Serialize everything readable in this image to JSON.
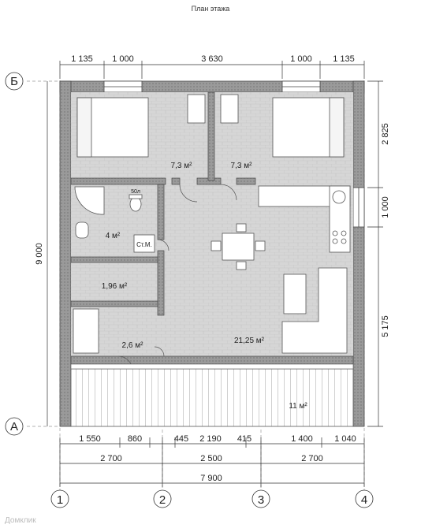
{
  "title": "План этажа",
  "axes": {
    "letters": [
      "Б",
      "А"
    ],
    "numbers": [
      "1",
      "2",
      "3",
      "4"
    ]
  },
  "top_dims": [
    "1 135",
    "1 000",
    "3 630",
    "1 000",
    "1 135"
  ],
  "right_dims": [
    "2 825",
    "1 000",
    "5 175"
  ],
  "left_dim": "9 000",
  "bottom_dims_row1": [
    "1 550",
    "860",
    "445",
    "2 190",
    "415",
    "1 400",
    "1 040"
  ],
  "bottom_dims_row2": [
    "2 700",
    "2 500",
    "2 700"
  ],
  "bottom_total": "7 900",
  "rooms": {
    "bedroom_left": "7,3 м²",
    "bedroom_right": "7,3 м²",
    "bathroom": "4 м²",
    "closet": "1,96 м²",
    "hall": "2,6 м²",
    "living": "21,25 м²",
    "terrace": "11 м²",
    "boiler": "50л",
    "cabinet": "Ст.М."
  },
  "watermark": "Домклик",
  "colors": {
    "floor": "#d8d8d8",
    "wall": "#888888",
    "terrace": "#ffffff",
    "line": "#333333"
  }
}
